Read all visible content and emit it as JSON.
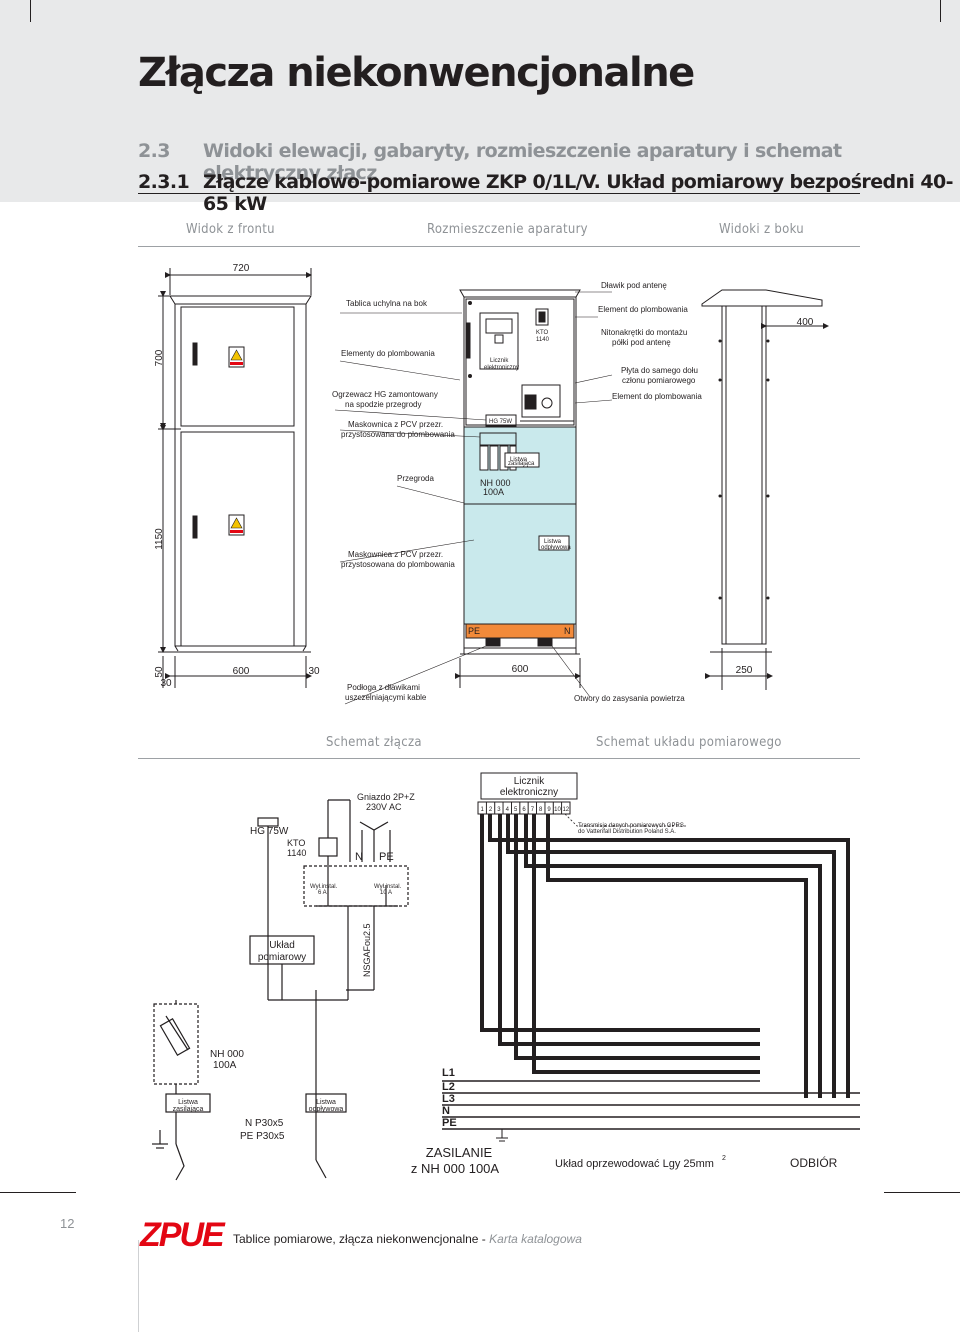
{
  "header": {
    "title": "Złącza niekonwencjonalne",
    "section_num": "2.3",
    "section_title": "Widoki elewacji, gabaryty, rozmieszczenie aparatury i schemat elektryczny złącz",
    "subsection_num": "2.3.1",
    "subsection_title": "Złącze kablowo-pomiarowe ZKP 0/1L/V. Układ pomiarowy bezpośredni 40-65 kW"
  },
  "panels": {
    "front": "Widok z frontu",
    "layout": "Rozmieszczenie aparatury",
    "side": "Widoki z boku",
    "schematic": "Schemat złącza",
    "metering": "Schemat układu pomiarowego"
  },
  "front_dims": {
    "width": "720",
    "h_top": "700",
    "h_bottom": "1150",
    "base_50": "50",
    "base_30_left": "30",
    "base_600": "600",
    "base_30_right": "30"
  },
  "layout_labels": {
    "tablica": "Tablica uchylna na bok",
    "elementy": "Elementy do plombowania",
    "ogrzewacz_1": "Ogrzewacz HG zamontowany",
    "ogrzewacz_2": "na spodzie przegrody",
    "maskownica1_1": "Maskownica z PCV przezr.",
    "maskownica1_2": "przystosowana do plombowania",
    "przegroda": "Przegroda",
    "maskownica2_1": "Maskownica z PCV przezr.",
    "maskownica2_2": "przystosowana do plombowania",
    "podloga_1": "Podłoga z dławikami",
    "podloga_2": "uszczelniającymi kable",
    "dlawik": "Dławik pod antenę",
    "element1": "Element do plombowania",
    "nitonakretki_1": "Nitonakrętki do montażu",
    "nitonakretki_2": "półki pod antenę",
    "plyta_1": "Płyta do samego dołu",
    "plyta_2": "członu pomiarowego",
    "element2": "Element do plombowania",
    "otwory": "Otwory do zasysania powietrza",
    "kto": "KTO",
    "kto_num": "1140",
    "licznik_1": "Licznik",
    "licznik_2": "elektroniczny",
    "hg": "HG 75W",
    "listwa_zas_1": "Listwa",
    "listwa_zas_2": "zasilająca",
    "nh": "NH 000",
    "nh_a": "100A",
    "listwa_odp_1": "Listwa",
    "listwa_odp_2": "odpływowa",
    "pe": "PE",
    "n": "N",
    "dim_600": "600"
  },
  "side_dims": {
    "depth": "400",
    "base": "250"
  },
  "schematic": {
    "hg": "HG 75W",
    "kto": "KTO",
    "kto_num": "1140",
    "gniazdo_1": "Gniazdo 2P+Z",
    "gniazdo_2": "230V AC",
    "n": "N",
    "pe": "PE",
    "wyl1_1": "Wył.instal.",
    "wyl1_2": "6 A",
    "wyl2_1": "Wył.instal.",
    "wyl2_2": "10 A",
    "uklad_1": "Układ",
    "uklad_2": "pomiarowy",
    "cable": "NSGAFou2.5",
    "nh_1": "NH 000",
    "nh_2": "100A",
    "listwa_zas_1": "Listwa",
    "listwa_zas_2": "zasilająca",
    "listwa_odp_1": "Listwa",
    "listwa_odp_2": "odpływowa",
    "np": "N  P30x5",
    "pep": "PE P30x5"
  },
  "metering": {
    "licznik_1": "Licznik",
    "licznik_2": "elektroniczny",
    "terminals": [
      "1",
      "2",
      "3",
      "4",
      "5",
      "6",
      "7",
      "8",
      "9",
      "10",
      "12"
    ],
    "gprs_1": "Transmisja danych pomiarowych GPRS",
    "gprs_2": "do Vattenfall Distribution Poland S.A.",
    "l1": "L1",
    "l2": "L2",
    "l3": "L3",
    "n": "N",
    "pe": "PE",
    "zasilanie_1": "ZASILANIE",
    "zasilanie_2": "z NH 000 100A",
    "uklad": "Układ oprzewodować  Lgy  25mm",
    "sup": "2",
    "odbior": "ODBIÓR"
  },
  "footer": {
    "page": "12",
    "logo": "ZPUE",
    "text": "Tablice pomiarowe, złącza niekonwencjonalne - ",
    "text_italic": "Karta katalogowa"
  }
}
